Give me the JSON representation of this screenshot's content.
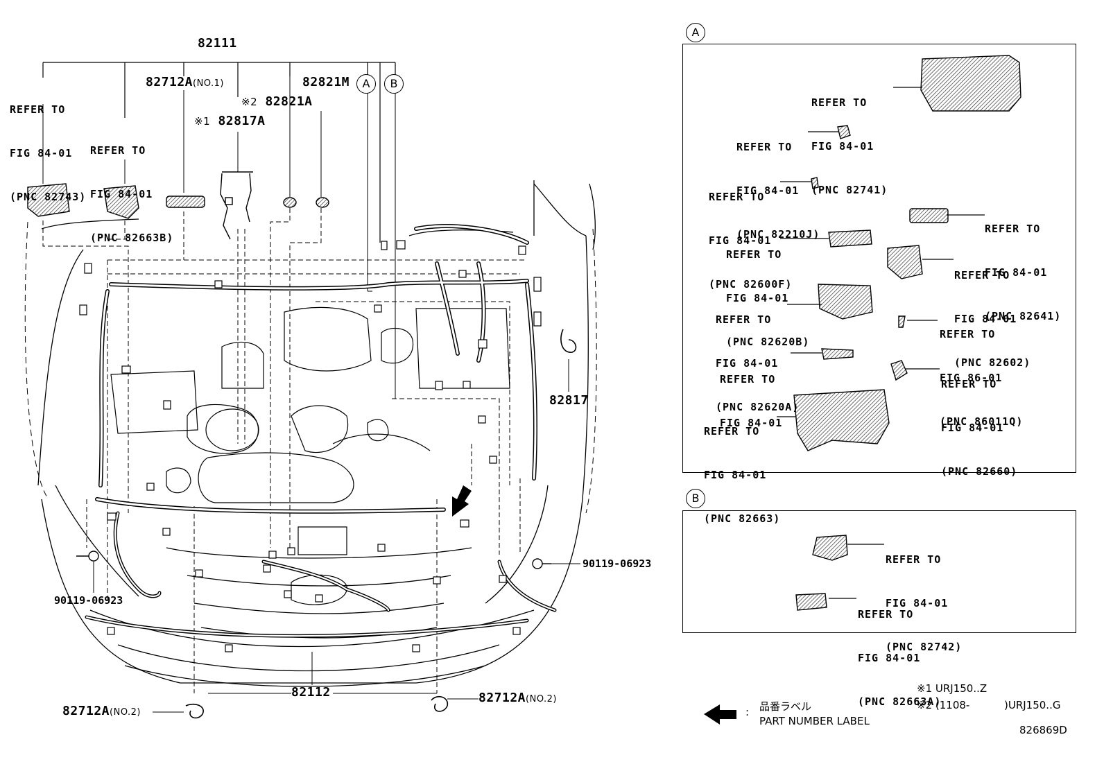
{
  "main": {
    "part_82111": "82111",
    "part_82112": "82112",
    "part_82712a_no1": "82712A",
    "part_82712a_no1_suffix": "(NO.1)",
    "part_82821m": "82821M",
    "part_82821a_mark": "※2",
    "part_82821a": "82821A",
    "part_82817a_mark": "※1",
    "part_82817a": "82817A",
    "part_82817": "82817",
    "bolt_left": "90119-06923",
    "bolt_right": "90119-06923",
    "clip_left": "82712A",
    "clip_left_suffix": "(NO.2)",
    "clip_right": "82712A",
    "clip_right_suffix": "(NO.2)",
    "ref_82743": [
      "REFER TO",
      "FIG 84-01",
      "(PNC 82743)"
    ],
    "ref_82663b": [
      "REFER TO",
      "FIG 84-01",
      "(PNC 82663B)"
    ],
    "marker_a": "A",
    "marker_b": "B"
  },
  "panel_a": {
    "marker": "A",
    "refs": {
      "r82741": [
        "REFER TO",
        "FIG 84-01",
        "(PNC 82741)"
      ],
      "r82210j": [
        "REFER TO",
        "FIG 84-01",
        "(PNC 82210J)"
      ],
      "r82600f": [
        "REFER TO",
        "FIG 84-01",
        "(PNC 82600F)"
      ],
      "r82641": [
        "REFER TO",
        "FIG 84-01",
        "(PNC 82641)"
      ],
      "r82620b": [
        "REFER TO",
        "FIG 84-01",
        "(PNC 82620B)"
      ],
      "r82602": [
        "REFER TO",
        "FIG 84-01",
        "(PNC 82602)"
      ],
      "r82620a": [
        "REFER TO",
        "FIG 84-01",
        "(PNC 82620A)"
      ],
      "r86011q": [
        "REFER TO",
        "FIG 86-01",
        "(PNC 86011Q)"
      ],
      "rfig": [
        "REFER TO",
        "FIG 84-01"
      ],
      "r82660": [
        "REFER TO",
        "FIG 84-01",
        "(PNC 82660)"
      ],
      "r82663": [
        "REFER TO",
        "FIG 84-01",
        "(PNC 82663)"
      ]
    }
  },
  "panel_b": {
    "marker": "B",
    "refs": {
      "r82742": [
        "REFER TO",
        "FIG 84-01",
        "(PNC 82742)"
      ],
      "r82663a": [
        "REFER TO",
        "FIG 84-01",
        "(PNC 82663A)"
      ]
    }
  },
  "legend": {
    "colon": ":",
    "label_jp": "品番ラベル",
    "label_en": "PART NUMBER LABEL",
    "note1": "※1 URJ150..Z",
    "note2_a": "※2 (1108-",
    "note2_b": ")URJ150..G",
    "diagram_id": "826869D"
  },
  "colors": {
    "line": "#000000",
    "hatch": "#555555",
    "background": "#ffffff"
  }
}
